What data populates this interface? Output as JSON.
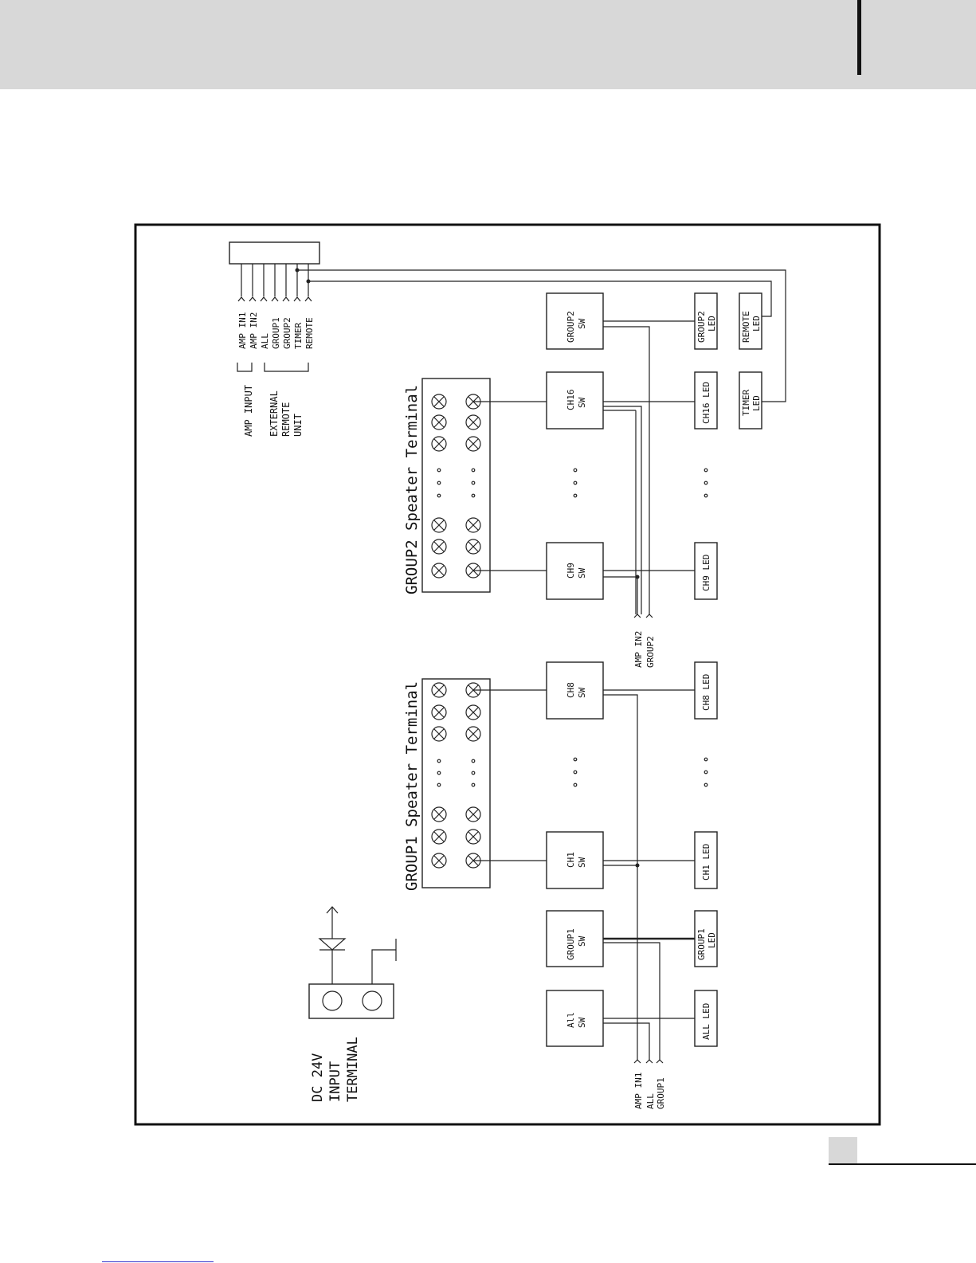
{
  "power": {
    "label_line1": "DC 24V",
    "label_line2": "INPUT",
    "label_line3": "TERMINAL"
  },
  "connector": {
    "pins": [
      "AMP IN1",
      "AMP IN2",
      "ALL",
      "GROUP1",
      "GROUP2",
      "TIMER",
      "REMOTE"
    ],
    "amp_input_label": "AMP INPUT",
    "remote_label_line1": "EXTERNAL",
    "remote_label_line2": "REMOTE",
    "remote_label_line3": "UNIT"
  },
  "group1_terminal": {
    "title": "GROUP1 Speater Terminal"
  },
  "group2_terminal": {
    "title": "GROUP2 Speater Terminal"
  },
  "switches": {
    "all": {
      "line1": "All",
      "line2": "SW"
    },
    "group1": {
      "line1": "GROUP1",
      "line2": "SW"
    },
    "ch1": {
      "line1": "CH1",
      "line2": "SW"
    },
    "ch8": {
      "line1": "CH8",
      "line2": "SW"
    },
    "ch9": {
      "line1": "CH9",
      "line2": "SW"
    },
    "ch16": {
      "line1": "CH16",
      "line2": "SW"
    },
    "group2": {
      "line1": "GROUP2",
      "line2": "SW"
    }
  },
  "leds": {
    "all": {
      "line1": "ALL LED"
    },
    "group1": {
      "line1": "GROUP1",
      "line2": "LED"
    },
    "ch1": {
      "line1": "CH1 LED"
    },
    "ch8": {
      "line1": "CH8 LED"
    },
    "ch9": {
      "line1": "CH9 LED"
    },
    "ch16": {
      "line1": "CH16 LED"
    },
    "timer": {
      "line1": "TIMER",
      "line2": "LED"
    },
    "group2": {
      "line1": "GROUP2",
      "line2": "LED"
    },
    "remote": {
      "line1": "REMOTE",
      "line2": "LED"
    }
  },
  "bus_bottom": {
    "labels": [
      "AMP IN1",
      "ALL",
      "GROUP1"
    ]
  },
  "bus_middle": {
    "labels": [
      "AMP IN2",
      "GROUP2"
    ]
  }
}
